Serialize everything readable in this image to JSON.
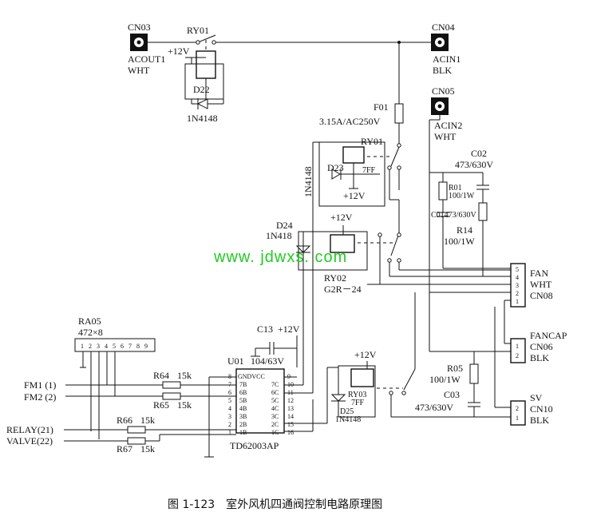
{
  "labels": {
    "cn03": "CN03",
    "acout1": "ACOUT1",
    "cn03_wht": "WHT",
    "ry01": "RY01",
    "v12_a": "+12V",
    "d22": "D22",
    "in4148_a": "1N4148",
    "cn04": "CN04",
    "acin1": "ACIN1",
    "cn04_blk": "BLK",
    "f01": "F01",
    "fuse_rating": "3.15A/AC250V",
    "cn05": "CN05",
    "acin2": "ACIN2",
    "cn05_wht": "WHT",
    "ry01_b": "RY01",
    "d23": "D23",
    "ff7": "7FF",
    "v12_b": "+12V",
    "in4148_v": "1N4148",
    "c02": "C02",
    "c02_val": "473/630V",
    "r01": "R01",
    "r01_val": "100/1W",
    "c01": "C01473/630V",
    "r14": "R14",
    "r14_val": "100/1W",
    "d24": "D24",
    "in418": "1N418",
    "v12_c": "+12V",
    "ry02": "RY02",
    "g2r": "G2R－24",
    "fan": "FAN",
    "fan_wht": "WHT",
    "cn08": "CN08",
    "fan_pins": [
      "5",
      "4",
      "3",
      "2",
      "1"
    ],
    "ra05": "RA05",
    "ra05_val": "472×8",
    "ra05_pins": [
      "1",
      "2",
      "3",
      "4",
      "5",
      "6",
      "7",
      "8",
      "9"
    ],
    "c13": "C13",
    "v12_d": "+12V",
    "u01": "U01",
    "u01_cap": "104/63V",
    "gndvcc": "GNDVCC",
    "u01_left_pins": [
      "8",
      "7",
      "6",
      "5",
      "4",
      "3",
      "2",
      "1"
    ],
    "u01_left_names": [
      "7B",
      "6B",
      "5B",
      "4B",
      "3B",
      "2B",
      "1B"
    ],
    "u01_right_names": [
      "7C",
      "6C",
      "5C",
      "4C",
      "3C",
      "2C",
      "1C"
    ],
    "u01_right_pins": [
      "9",
      "10",
      "11",
      "12",
      "13",
      "14",
      "15",
      "16"
    ],
    "td62003ap": "TD62003AP",
    "fm1": "FM1 (1)",
    "fm2": "FM2 (2)",
    "r64": "R64",
    "r64_val": "15k",
    "r65": "R65",
    "r65_val": "15k",
    "relay": "RELAY(21)",
    "valve": "VALVE(22)",
    "r66": "R66",
    "r66_val": "15k",
    "r67": "R67",
    "r67_val": "15k",
    "v12_e": "+12V",
    "ry03": "RY03",
    "ry03_ff": "7FF",
    "d25": "D25",
    "in4148_b": "1N4148",
    "fancap": "FANCAP",
    "cn06": "CN06",
    "cn06_blk": "BLK",
    "r05": "R05",
    "r05_val": "100/1W",
    "c03": "C03",
    "c03_val": "473/630V",
    "sv": "SV",
    "cn10": "CN10",
    "cn10_blk": "BLK",
    "pin1": "1",
    "pin2": "2",
    "watermark": "www. jdwxs. com",
    "caption": "图 1-123　室外风机四通阀控制电路原理图"
  },
  "accent": "#22cc22"
}
